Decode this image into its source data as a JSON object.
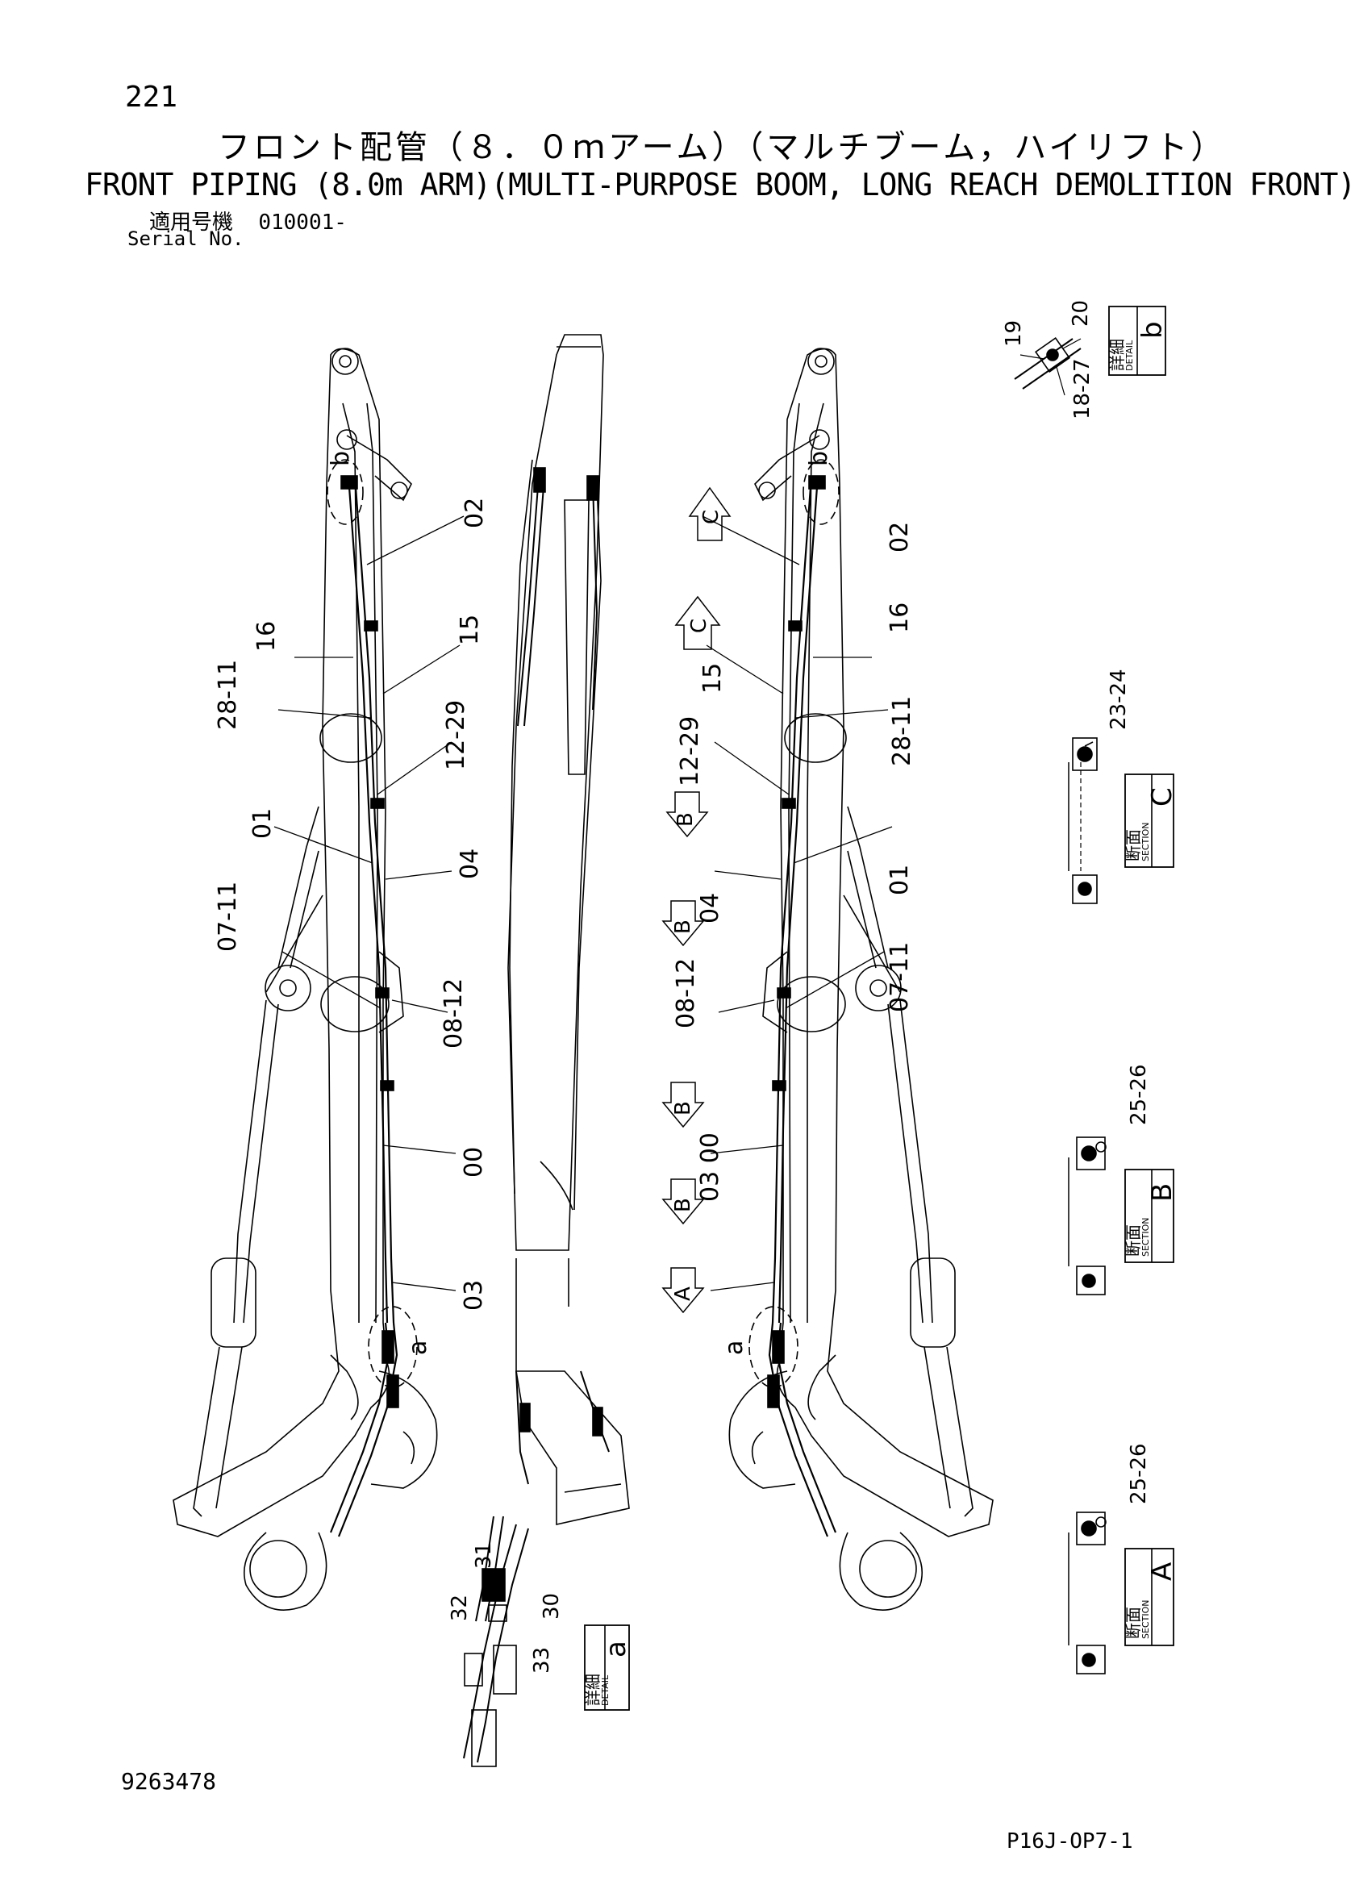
{
  "header": {
    "page_number": "221",
    "title_jp": "フロント配管（８．０ｍアーム）（マルチブーム，ハイリフト）",
    "title_en": "FRONT PIPING (8.0m ARM)(MULTI-PURPOSE BOOM, LONG REACH DEMOLITION FRONT)",
    "serial_label_jp": "適用号機",
    "serial_value": "010001-",
    "serial_label_en": "Serial No."
  },
  "footer": {
    "drawing_number": "9263478",
    "page_code": "P16J-OP7-1"
  },
  "left_boom_callouts": {
    "b": "b",
    "a": "a",
    "p02": "02",
    "p16": "16",
    "p15": "15",
    "p28_11": "28-11",
    "p12_29": "12-29",
    "p01": "01",
    "p04": "04",
    "p07_11": "07-11",
    "p08_12": "08-12",
    "p00": "00",
    "p03": "03"
  },
  "right_boom_callouts": {
    "b": "b",
    "a": "a",
    "p02": "02",
    "p16": "16",
    "p15": "15",
    "p12_29": "12-29",
    "p28_11": "28-11",
    "p04": "04",
    "p01": "01",
    "p08_12": "08-12",
    "p07_11": "07-11",
    "p03_00": "03 00",
    "p03": "03"
  },
  "section_arrows": {
    "c1": "C",
    "c2": "C",
    "b1": "B",
    "b2": "B",
    "b3": "B",
    "b4": "B",
    "a1": "A"
  },
  "detail_b": {
    "label_jp": "詳細",
    "label_en": "DETAIL",
    "letter": "b",
    "p19": "19",
    "p20": "20",
    "p18_27": "18-27"
  },
  "section_c": {
    "label_jp": "断面",
    "label_en": "SECTION",
    "letter": "C",
    "p23_24": "23-24"
  },
  "section_b": {
    "label_jp": "断面",
    "label_en": "SECTION",
    "letter": "B",
    "p25_26": "25-26"
  },
  "section_a": {
    "label_jp": "断面",
    "label_en": "SECTION",
    "letter": "A",
    "p25_26": "25-26"
  },
  "detail_a": {
    "label_jp": "詳細",
    "label_en": "DETAIL",
    "letter": "a",
    "p31": "31",
    "p32": "32",
    "p30": "30",
    "p33": "33"
  }
}
